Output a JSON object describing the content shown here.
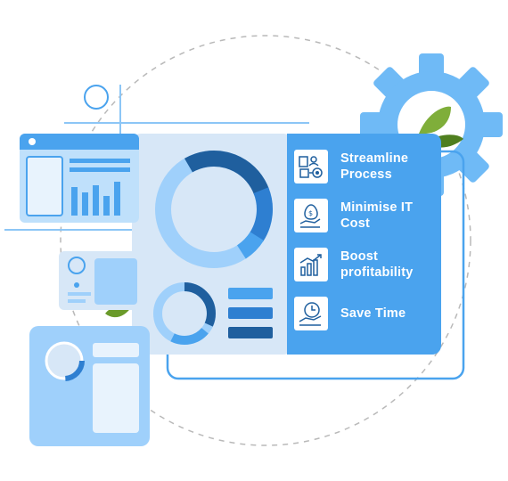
{
  "features": [
    {
      "label": "Streamline Process",
      "icon": "workflow-icon"
    },
    {
      "label": "Minimise IT Cost",
      "icon": "money-hand-icon"
    },
    {
      "label": "Boost profitability",
      "icon": "growth-chart-icon"
    },
    {
      "label": "Save Time",
      "icon": "clock-hand-icon"
    }
  ],
  "colors": {
    "primary": "#4aa3ee",
    "dark": "#1f5f9e",
    "mid": "#2e7fd1",
    "light": "#9fd0fb",
    "pale": "#d7e7f7",
    "leaf": "#6a9a2a"
  }
}
